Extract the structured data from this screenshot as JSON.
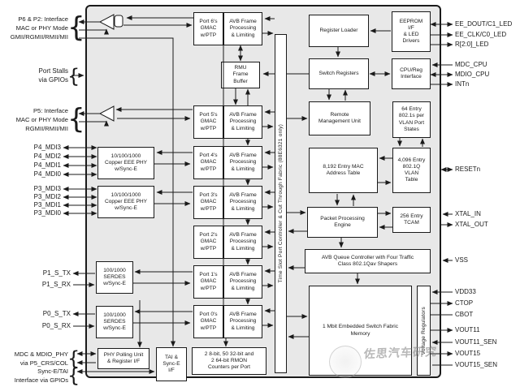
{
  "colors": {
    "chip_bg": "#e8e8e8",
    "block_bg": "#ffffff",
    "line_color": "#1a1a1a"
  },
  "fabric_bar_label": "Time Slot Port Controller & Cut Through Fabric (88E6321 only)",
  "watermark_text": "佐思汽车研究",
  "left_pins": {
    "group_p6p2": "P6 & P2: Interface\nMAC or PHY Mode\nGMII/RGMII/RMII/MII",
    "port_stalls": "Port Stalls\nvia GPIOs",
    "group_p5": "P5: Interface\nMAC or PHY Mode\nRGMII/RMII/MII",
    "p4_mdi": [
      "P4_MDI3",
      "P4_MDI2",
      "P4_MDI1",
      "P4_MDI0"
    ],
    "p3_mdi": [
      "P3_MDI3",
      "P3_MDI2",
      "P3_MDI1",
      "P3_MDI0"
    ],
    "p1_serdes": [
      "P1_S_TX",
      "P1_S_RX"
    ],
    "p0_serdes": [
      "P0_S_TX",
      "P0_S_RX"
    ],
    "mdc_mdio": "MDC & MDIO_PHY\nvia P5_CRS/COL",
    "sync_e_tai": "Sync-E/TAI\nInterface via GPIOs"
  },
  "right_pins": [
    "EE_DOUT/C1_LED",
    "EE_CLK/C0_LED",
    "R[2:0]_LED",
    "MDC_CPU",
    "MDIO_CPU",
    "INTn",
    "RESETn",
    "XTAL_IN",
    "XTAL_OUT",
    "VSS",
    "VDD33",
    "CTOP",
    "CBOT",
    "VOUT11",
    "VOUT11_SEN",
    "VOUT15",
    "VOUT15_SEN"
  ],
  "ports": [
    {
      "gmac": "Port 6's\nGMAC\nw/PTP",
      "avb": "AVB Frame\nProcessing\n& Limiting"
    },
    {
      "gmac": "Port 5's\nGMAC\nw/PTP",
      "avb": "AVB Frame\nProcessing\n& Limiting"
    },
    {
      "gmac": "Port 4's\nGMAC\nw/PTP",
      "avb": "AVB Frame\nProcessing\n& Limiting"
    },
    {
      "gmac": "Port 3's\nGMAC\nw/PTP",
      "avb": "AVB Frame\nProcessing\n& Limiting"
    },
    {
      "gmac": "Port 2's\nGMAC\nw/PTP",
      "avb": "AVB Frame\nProcessing\n& Limiting"
    },
    {
      "gmac": "Port 1's\nGMAC\nw/PTP",
      "avb": "AVB Frame\nProcessing\n& Limiting"
    },
    {
      "gmac": "Port 0's\nGMAC\nw/PTP",
      "avb": "AVB Frame\nProcessing\n& Limiting"
    }
  ],
  "blocks": {
    "phy_p4": "10/100/1000\nCopper EEE PHY\nw/Sync-E",
    "phy_p3": "10/100/1000\nCopper EEE PHY\nw/Sync-E",
    "serdes_p1": "100/1000\nSERDES\nw/Sync-E",
    "serdes_p0": "100/1000\nSERDES\nw/Sync-E",
    "phy_polling": "PHY Polling Unit\n& Register I/F",
    "tai_synce": "TAI &\nSync-E\nI/F",
    "rmu_buffer": "RMU\nFrame\nBuffer",
    "rmon": "2 8-bit, 50 32-bit and\n2 64-bit RMON\nCounters per Port",
    "register_loader": "Register Loader",
    "eeprom": "EEPROM\nI/F\n& LED\nDrivers",
    "switch_registers": "Switch Registers",
    "cpu_reg": "CPU/Reg\nInterface",
    "remote_mgmt": "Remote\nManagement Unit",
    "vlan_port_states": "64 Entry\n802.1s per\nVLAN Port\nStates",
    "mac_table": "8,192 Entry MAC\nAddress Table",
    "vlan_table": "4,096 Entry\n802.1Q\nVLAN\nTable",
    "packet_engine": "Packet Processing\nEngine",
    "tcam": "256 Entry\nTCAM",
    "avb_queue": "AVB Queue Controller with Four Traffic\nClass 802.1Qav Shapers",
    "fabric_memory": "1 Mbit Embedded Switch Fabric\nMemory",
    "voltage_regulators": "Voltage Regulators"
  }
}
